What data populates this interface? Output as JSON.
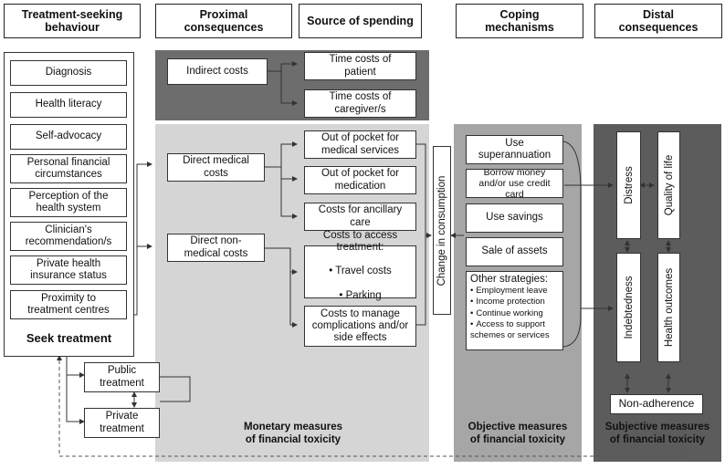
{
  "headers": {
    "treatment_seeking": "Treatment-seeking\nbehaviour",
    "proximal": "Proximal\nconsequences",
    "source": "Source of spending",
    "coping": "Coping\nmechanisms",
    "distal": "Distal\nconsequences"
  },
  "factors": [
    "Diagnosis",
    "Health literacy",
    "Self-advocacy",
    "Personal financial\ncircumstances",
    "Perception of the\nhealth system",
    "Clinician's\nrecommendation/s",
    "Private health\ninsurance status",
    "Proximity to\ntreatment centres"
  ],
  "seek_treatment": "Seek treatment",
  "treatment": {
    "public": "Public\ntreatment",
    "private": "Private\ntreatment"
  },
  "costs": {
    "indirect": "Indirect costs",
    "direct_medical": "Direct medical\ncosts",
    "direct_non_medical": "Direct non-\nmedical costs"
  },
  "sources": {
    "time_patient": "Time costs of\npatient",
    "time_caregiver": "Time costs of\ncaregiver/s",
    "oop_services": "Out of pocket for\nmedical services",
    "oop_medication": "Out of pocket for\nmedication",
    "ancillary": "Costs for ancillary\ncare",
    "access": {
      "title": "Costs to access\ntreatment:",
      "items": [
        "Travel costs",
        "Parking"
      ]
    },
    "complications": "Costs to manage\ncomplications and/or\nside effects"
  },
  "change_in_consumption": "Change in consumption",
  "coping": {
    "superannuation": "Use\nsuperannuation",
    "borrow": "Borrow money\nand/or use credit card",
    "savings": "Use savings",
    "assets": "Sale of assets",
    "other_title": "Other strategies:",
    "other_items": [
      "Employment leave",
      "Income protection",
      "Continue working",
      "Access to support\nschemes or services"
    ]
  },
  "distal": {
    "distress": "Distress",
    "quality_of_life": "Quality of life",
    "indebtedness": "Indebtedness",
    "health_outcomes": "Health outcomes",
    "non_adherence": "Non-adherence"
  },
  "captions": {
    "monetary": "Monetary measures\nof financial toxicity",
    "objective": "Objective measures\nof financial toxicity",
    "subjective": "Subjective measures\nof financial toxicity"
  },
  "colors": {
    "dark_panel": "#6d6d6d",
    "light_panel": "#d5d5d5",
    "mid_panel": "#a6a6a6",
    "darkest_panel": "#5c5c5c"
  }
}
